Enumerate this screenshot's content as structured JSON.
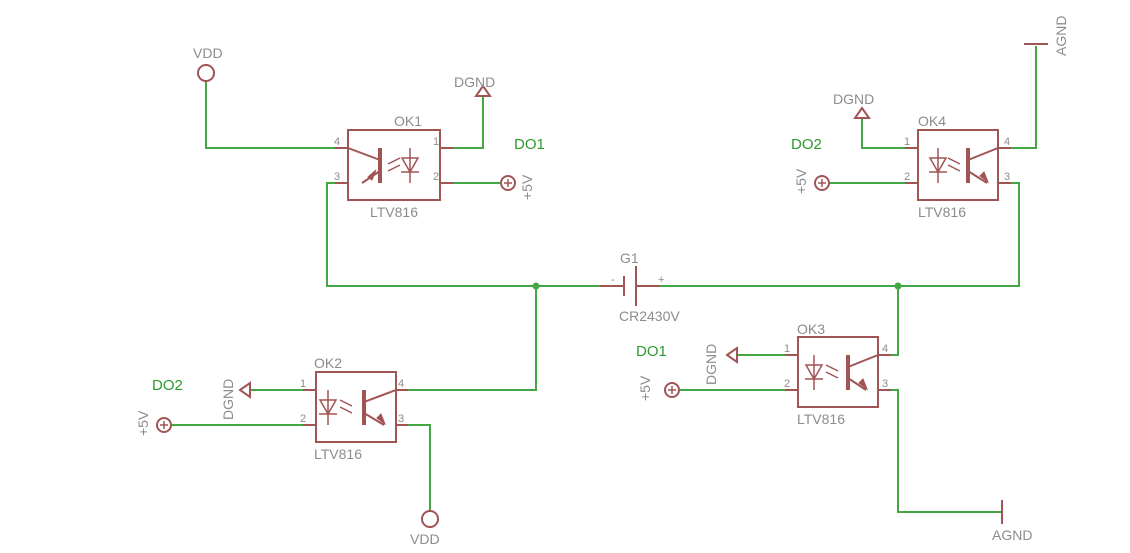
{
  "optocouplers": [
    {
      "name": "OK1",
      "value": "LTV816",
      "pins": [
        "1",
        "2",
        "3",
        "4"
      ]
    },
    {
      "name": "OK2",
      "value": "LTV816",
      "pins": [
        "1",
        "2",
        "3",
        "4"
      ]
    },
    {
      "name": "OK3",
      "value": "LTV816",
      "pins": [
        "1",
        "2",
        "3",
        "4"
      ]
    },
    {
      "name": "OK4",
      "value": "LTV816",
      "pins": [
        "1",
        "2",
        "3",
        "4"
      ]
    }
  ],
  "battery": {
    "name": "G1",
    "value": "CR2430V",
    "neg": "-",
    "pos": "+"
  },
  "power": {
    "vdd": "VDD",
    "dgnd": "DGND",
    "agnd": "AGND",
    "p5v": "+5V"
  },
  "nets": {
    "do1": "DO1",
    "do2": "DO2"
  }
}
